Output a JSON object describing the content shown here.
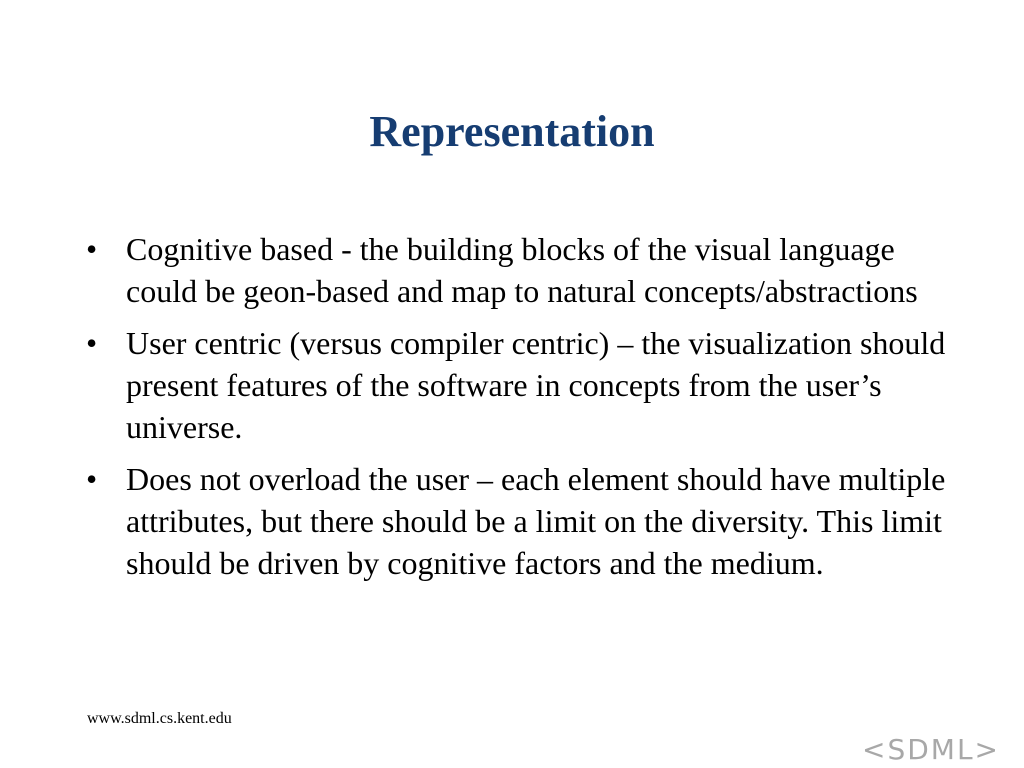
{
  "slide": {
    "title": "Representation",
    "bullet_char": "•",
    "bullets": [
      "Cognitive based - the building blocks of the visual language could be geon-based and map to natural concepts/abstractions",
      "User centric (versus compiler centric) – the visualization should present features of the software in concepts from the user’s universe.",
      "Does not overload the user – each element should have multiple attributes, but there should be a limit on the diversity.  This limit should be driven by cognitive factors and the medium."
    ],
    "footer_url": "www.sdml.cs.kent.edu",
    "logo_text": "<SDML>"
  },
  "colors": {
    "title": "#163d72",
    "body_text": "#000000",
    "logo": "#a8a8a8",
    "background": "#ffffff"
  }
}
